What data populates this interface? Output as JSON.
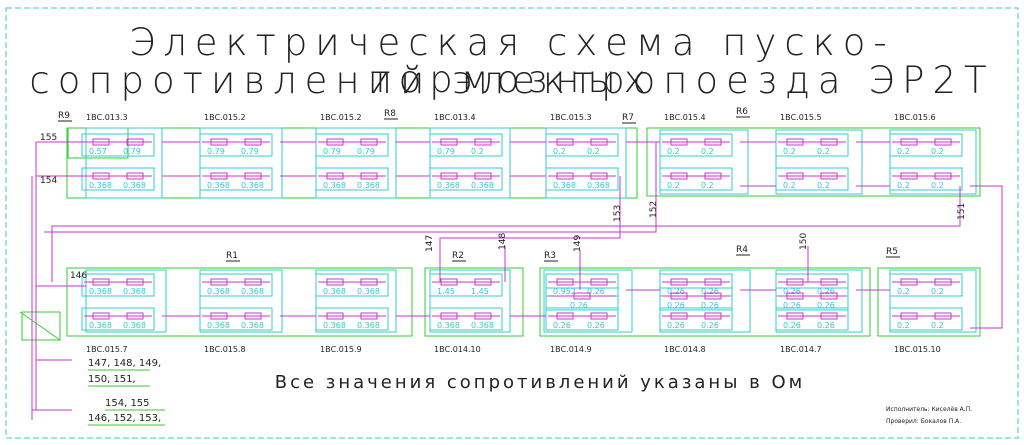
{
  "title_line1": "Электрическая схема пуско-тормозных",
  "title_line2": "сопротивлений электропоезда ЭР2Т",
  "note": "Все значения сопротивлений указаны в Ом",
  "stamp": {
    "executor": "Исполнитель: Киселёв А.П.",
    "checker": "Проверил: Бокалов П.А."
  },
  "legend": {
    "line1": "147, 148, 149,",
    "line2": "150, 151,",
    "line3": "154, 155",
    "line4": "146, 152, 153,"
  },
  "colors": {
    "wire": "#cc33cc",
    "resistor_box": "#33cccc",
    "group_frame": "#33cc33",
    "text": "#222222"
  },
  "blocks": [
    {
      "label": "1ВС.013.3",
      "top": [
        "0.57",
        "0.79"
      ],
      "bottom": [
        "0.368",
        "0.368"
      ]
    },
    {
      "label": "1ВС.015.2",
      "top": [
        "0.79",
        "0.79"
      ],
      "bottom": [
        "0.368",
        "0.368"
      ]
    },
    {
      "label": "1ВС.015.2",
      "top": [
        "0.79",
        "0.79"
      ],
      "bottom": [
        "0.368",
        "0.368"
      ]
    },
    {
      "label": "1ВС.013.4",
      "top": [
        "0.79",
        "0.2"
      ],
      "bottom": [
        "0.368",
        "0.368"
      ]
    },
    {
      "label": "1ВС.015.3",
      "top": [
        "0.2",
        "0.2"
      ],
      "bottom": [
        "0.368",
        "0.368"
      ]
    },
    {
      "label": "1ВС.015.4",
      "top": [
        "0.2",
        "0.2"
      ],
      "bottom": [
        "0.2",
        "0.2"
      ]
    },
    {
      "label": "1ВС.015.5",
      "top": [
        "0.2",
        "0.2"
      ],
      "bottom": [
        "0.2",
        "0.2"
      ]
    },
    {
      "label": "1ВС.015.6",
      "top": [
        "0.2",
        "0.2"
      ],
      "bottom": [
        "0.2",
        "0.2"
      ]
    },
    {
      "label": "1ВС.015.7",
      "top": [
        "0.368",
        "0.368"
      ],
      "bottom": [
        "0.368",
        "0.368"
      ]
    },
    {
      "label": "1ВС.015.8",
      "top": [
        "0.368",
        "0.368"
      ],
      "bottom": [
        "0.368",
        "0.368"
      ]
    },
    {
      "label": "1ВС.015.9",
      "top": [
        "0.368",
        "0.368"
      ],
      "bottom": [
        "0.368",
        "0.368"
      ]
    },
    {
      "label": "1ВС.014.10",
      "top": [
        "1.45",
        "1.45"
      ],
      "bottom": [
        "0.368",
        "0.368"
      ]
    },
    {
      "label": "1ВС.014.9",
      "top": [
        "0.952",
        "0.26",
        "0.26"
      ],
      "bottom": [
        "0.26",
        "0.26"
      ]
    },
    {
      "label": "1ВС.014.8",
      "top": [
        "0.26",
        "0.26",
        "0.26",
        "0.26"
      ],
      "bottom": [
        "0.26",
        "0.26"
      ]
    },
    {
      "label": "1ВС.014.7",
      "top": [
        "0.26",
        "0.26",
        "0.26",
        "0.26"
      ],
      "bottom": [
        "0.26",
        "0.26"
      ]
    },
    {
      "label": "1ВС.015.10",
      "top": [
        "0.2",
        "0.2"
      ],
      "bottom": [
        "0.2",
        "0.2"
      ]
    }
  ],
  "group_labels": [
    "R9",
    "R8",
    "R7",
    "R6",
    "R1",
    "R2",
    "R3",
    "R4",
    "R5"
  ],
  "wire_labels": [
    "155",
    "154",
    "153",
    "152",
    "151",
    "146",
    "147",
    "148",
    "149",
    "150"
  ]
}
